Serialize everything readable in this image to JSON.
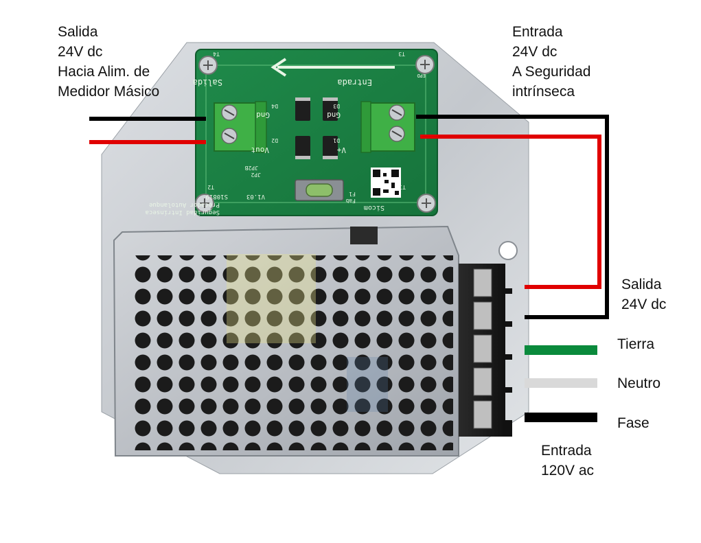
{
  "labels": {
    "top_left": [
      "Salida",
      "24V dc",
      "Hacia Alim. de",
      "Medidor Másico"
    ],
    "top_right": [
      "Entrada",
      "24V dc",
      "A Seguridad",
      "intrínseca"
    ],
    "right_output": [
      "Salida",
      "24V dc"
    ],
    "tierra": "Tierra",
    "neutro": "Neutro",
    "fase": "Fase",
    "bottom_right": [
      "Entrada",
      "120V ac"
    ]
  },
  "pcb": {
    "salida": "Salida",
    "entrada": "Entrada",
    "gnd_left": "Gnd",
    "vout": "Vout",
    "gnd_right": "Gnd",
    "vplus": "V+",
    "d4": "D4",
    "d3": "D3",
    "d2": "D2",
    "d1": "D1",
    "t1": "T1",
    "t2": "T2",
    "t3": "T3",
    "t4": "T4",
    "jp2": "JP2",
    "jp2b": "JP2B",
    "ds_line1": "Seguridad Intrínseca",
    "ds_line2": "Precador Autolanque",
    "ver": "V1.03",
    "code": "S10819",
    "fab": "Fab",
    "brand": "Sicom",
    "epd": "EPD",
    "f1": "F1"
  },
  "wire_colors": {
    "dc_positive": "#e00000",
    "dc_negative": "#000000",
    "tierra": "#0a8a3c",
    "neutro": "#d9d9d9",
    "fase": "#000000"
  }
}
